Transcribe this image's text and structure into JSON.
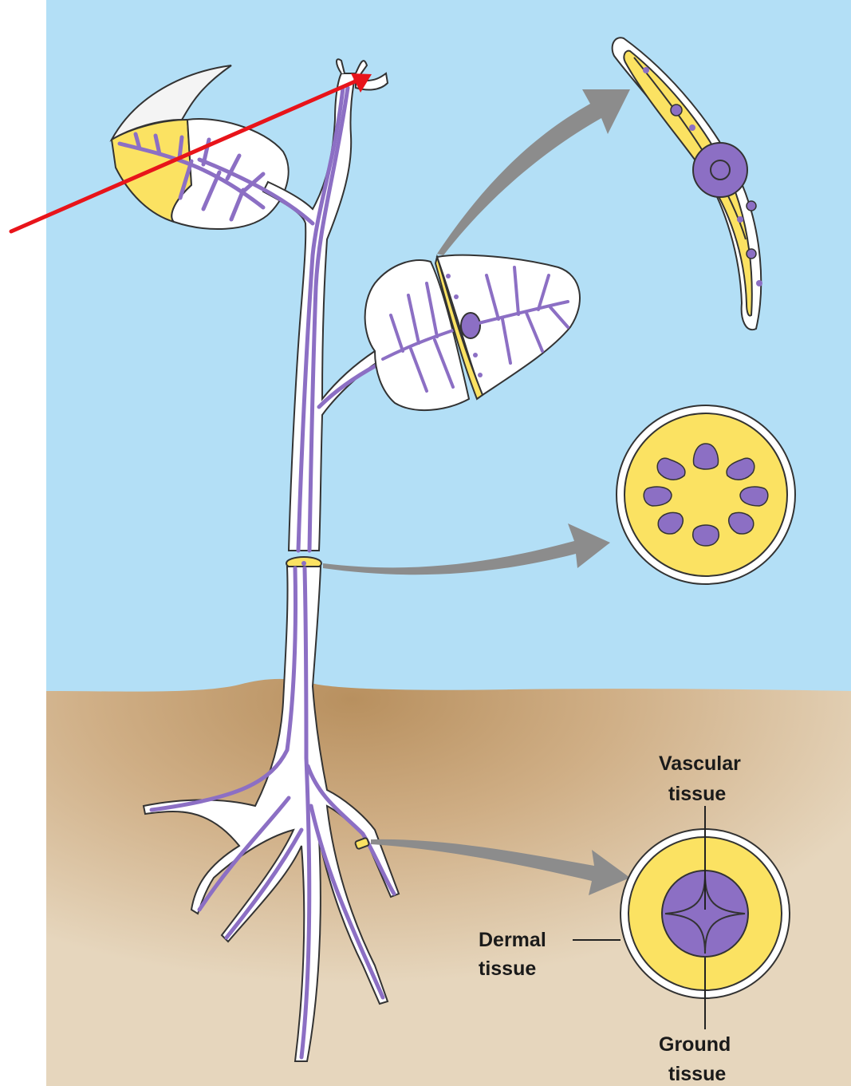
{
  "labels": {
    "vascular_line1": "Vascular",
    "vascular_line2": "tissue",
    "dermal_line1": "Dermal",
    "dermal_line2": "tissue",
    "ground_line1": "Ground",
    "ground_line2": "tissue"
  },
  "colors": {
    "sky": "#b3dff6",
    "soil_light": "#e4d3b8",
    "soil_dark": "#c39c6f",
    "vascular": "#8c6fc4",
    "ground": "#fbe262",
    "dermal": "#ffffff",
    "outline": "#333333",
    "arrow_gray": "#8c8c8c",
    "pointer": "#e8141a"
  }
}
